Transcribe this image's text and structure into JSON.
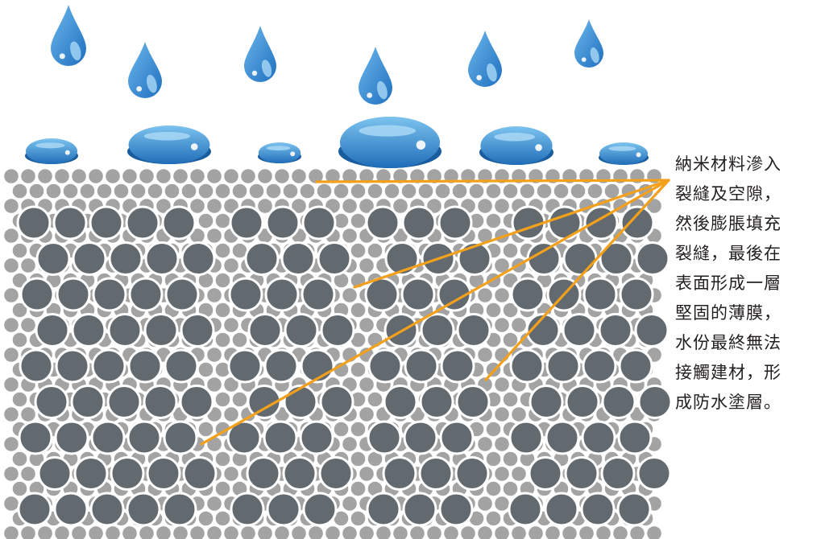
{
  "caption": {
    "lines": [
      "納米材料滲入",
      "裂縫及空隙，",
      "然後膨脹填充",
      "裂縫，最後在",
      "表面形成一層",
      "堅固的薄膜，",
      "水份最終無法",
      "接觸建材，形",
      "成防水塗層。"
    ]
  },
  "colors": {
    "water": "#3a90d6",
    "water_highlight": "#a9d8f5",
    "particle_small": "#a3a3a3",
    "particle_large": "#626a70",
    "pointer_lines": "#f3a01b",
    "text": "#231f20"
  },
  "icons": {
    "falling_drop": "water-drop-icon",
    "surface_bead": "water-bead-icon"
  }
}
